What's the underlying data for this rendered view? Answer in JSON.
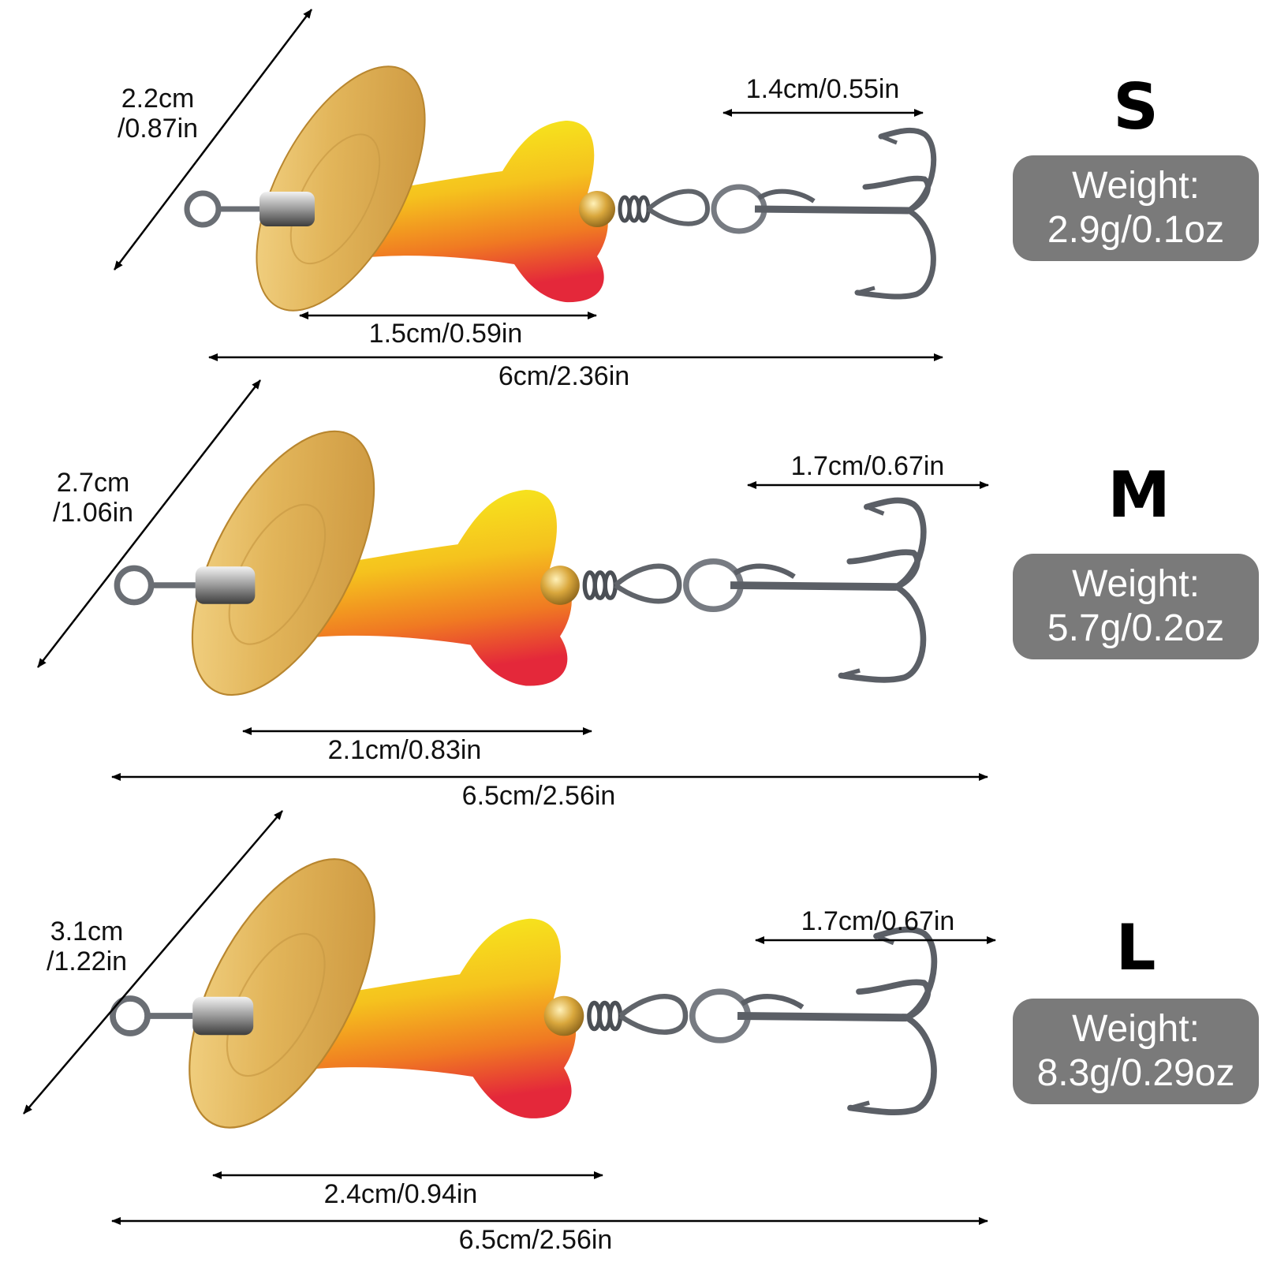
{
  "variants": [
    {
      "size": "S",
      "weight_label": "Weight:",
      "weight_value": "2.9g/0.1oz",
      "blade_dimension": [
        "2.2cm",
        "/0.87in"
      ],
      "hook_dimension": "1.4cm/0.55in",
      "body_dimension": "1.5cm/0.59in",
      "total_length": "6cm/2.36in"
    },
    {
      "size": "M",
      "weight_label": "Weight:",
      "weight_value": "5.7g/0.2oz",
      "blade_dimension": [
        "2.7cm",
        "/1.06in"
      ],
      "hook_dimension": "1.7cm/0.67in",
      "body_dimension": "2.1cm/0.83in",
      "total_length": "6.5cm/2.56in"
    },
    {
      "size": "L",
      "weight_label": "Weight:",
      "weight_value": "8.3g/0.29oz",
      "blade_dimension": [
        "3.1cm",
        "/1.22in"
      ],
      "hook_dimension": "1.7cm/0.67in",
      "body_dimension": "2.4cm/0.94in",
      "total_length": "6.5cm/2.56in"
    }
  ],
  "colors": {
    "blade_gold": "#e2b55a",
    "body_yellow": "#f4f21a",
    "body_orange": "#f28a1f",
    "body_red": "#e4283a",
    "hook_metal": "#5b5f66",
    "badge_gray": "#7a7a7a"
  }
}
